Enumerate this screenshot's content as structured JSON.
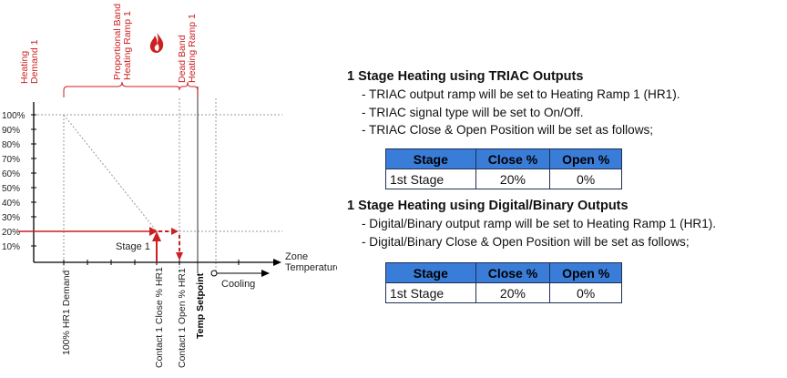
{
  "diagram": {
    "y_ticks": [
      "100%",
      "90%",
      "80%",
      "70%",
      "60%",
      "50%",
      "40%",
      "30%",
      "20%",
      "10%"
    ],
    "labels": {
      "heating_demand": [
        "Heating",
        "Demand 1"
      ],
      "proportional_band": [
        "Proportional Band",
        "Heating Ramp 1"
      ],
      "dead_band": [
        "Dead Band",
        "Heating Ramp 1"
      ],
      "zone_temperature": [
        "Zone",
        "Temperature"
      ],
      "cooling": "Cooling",
      "stage1": "Stage 1",
      "x_100_demand": "100% HR1 Demand",
      "x_contact_close": "Contact 1 Close % HR1",
      "x_contact_open": "Contact 1 Open % HR1",
      "x_temp_setpoint": "Temp Setpoint"
    },
    "colors": {
      "red": "#cc1f1f",
      "grid": "#9a9a9a",
      "axis": "#000000"
    }
  },
  "triac": {
    "title": "1 Stage Heating using TRIAC Outputs",
    "bullets": [
      "- TRIAC output ramp will be set to Heating Ramp 1 (HR1).",
      "- TRIAC signal type will be set to On/Off.",
      "- TRIAC Close & Open Position will be set as follows;"
    ],
    "table": {
      "headers": [
        "Stage",
        "Close %",
        "Open %"
      ],
      "rows": [
        [
          "1st Stage",
          "20%",
          "0%"
        ]
      ]
    }
  },
  "digital": {
    "title": "1 Stage Heating using Digital/Binary Outputs",
    "bullets": [
      "- Digital/Binary output ramp will be set to Heating Ramp 1 (HR1).",
      "- Digital/Binary Close & Open Position will be set as follows;"
    ],
    "table": {
      "headers": [
        "Stage",
        "Close %",
        "Open %"
      ],
      "rows": [
        [
          "1st Stage",
          "20%",
          "0%"
        ]
      ]
    }
  },
  "table_header_color": "#3a7dd8"
}
